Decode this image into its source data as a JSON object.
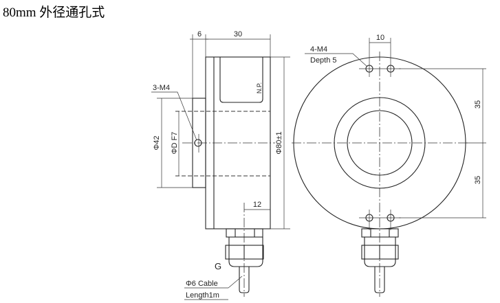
{
  "title": "80mm 外径通孔式",
  "side_view": {
    "dim_flange": "6",
    "dim_body_length": "30",
    "mount_holes_label": "3-M4",
    "dim_flange_diameter": "Φ42",
    "dim_bore": "ΦD F7",
    "nameplate_label": "N.P.",
    "dim_body_diameter": "Φ80±1",
    "dim_cable_offset": "12",
    "connector_label": "G",
    "cable_label": "Φ6 Cable",
    "cable_length": "Length1m"
  },
  "front_view": {
    "dim_hole_spacing": "10",
    "holes_label": "4-M4",
    "holes_depth": "Depth 5",
    "dim_upper": "35",
    "dim_lower": "35"
  }
}
